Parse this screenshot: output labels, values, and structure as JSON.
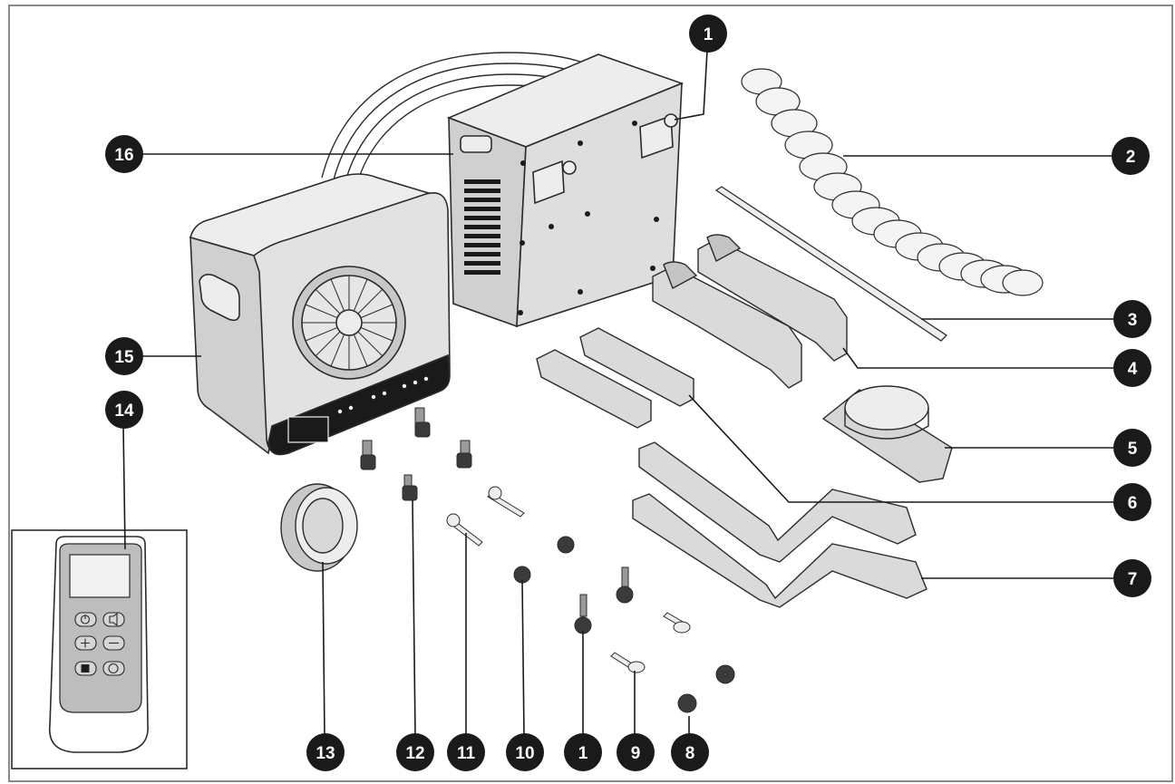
{
  "callouts": [
    {
      "id": "1a",
      "label": "1"
    },
    {
      "id": "2",
      "label": "2"
    },
    {
      "id": "3",
      "label": "3"
    },
    {
      "id": "4",
      "label": "4"
    },
    {
      "id": "5",
      "label": "5"
    },
    {
      "id": "6",
      "label": "6"
    },
    {
      "id": "7",
      "label": "7"
    },
    {
      "id": "8",
      "label": "8"
    },
    {
      "id": "9",
      "label": "9"
    },
    {
      "id": "1b",
      "label": "1"
    },
    {
      "id": "10",
      "label": "10"
    },
    {
      "id": "11",
      "label": "11"
    },
    {
      "id": "12",
      "label": "12"
    },
    {
      "id": "13",
      "label": "13"
    },
    {
      "id": "14",
      "label": "14"
    },
    {
      "id": "15",
      "label": "15"
    },
    {
      "id": "16",
      "label": "16"
    }
  ],
  "colors": {
    "outline": "#2b2b2b",
    "part_fill": "#d9d9d9",
    "part_light": "#ededed",
    "dark": "#1a1a1a",
    "hose": "#f4f4f4",
    "remote_screen": "#f2f2f2",
    "remote_body": "#bdbdbd"
  }
}
